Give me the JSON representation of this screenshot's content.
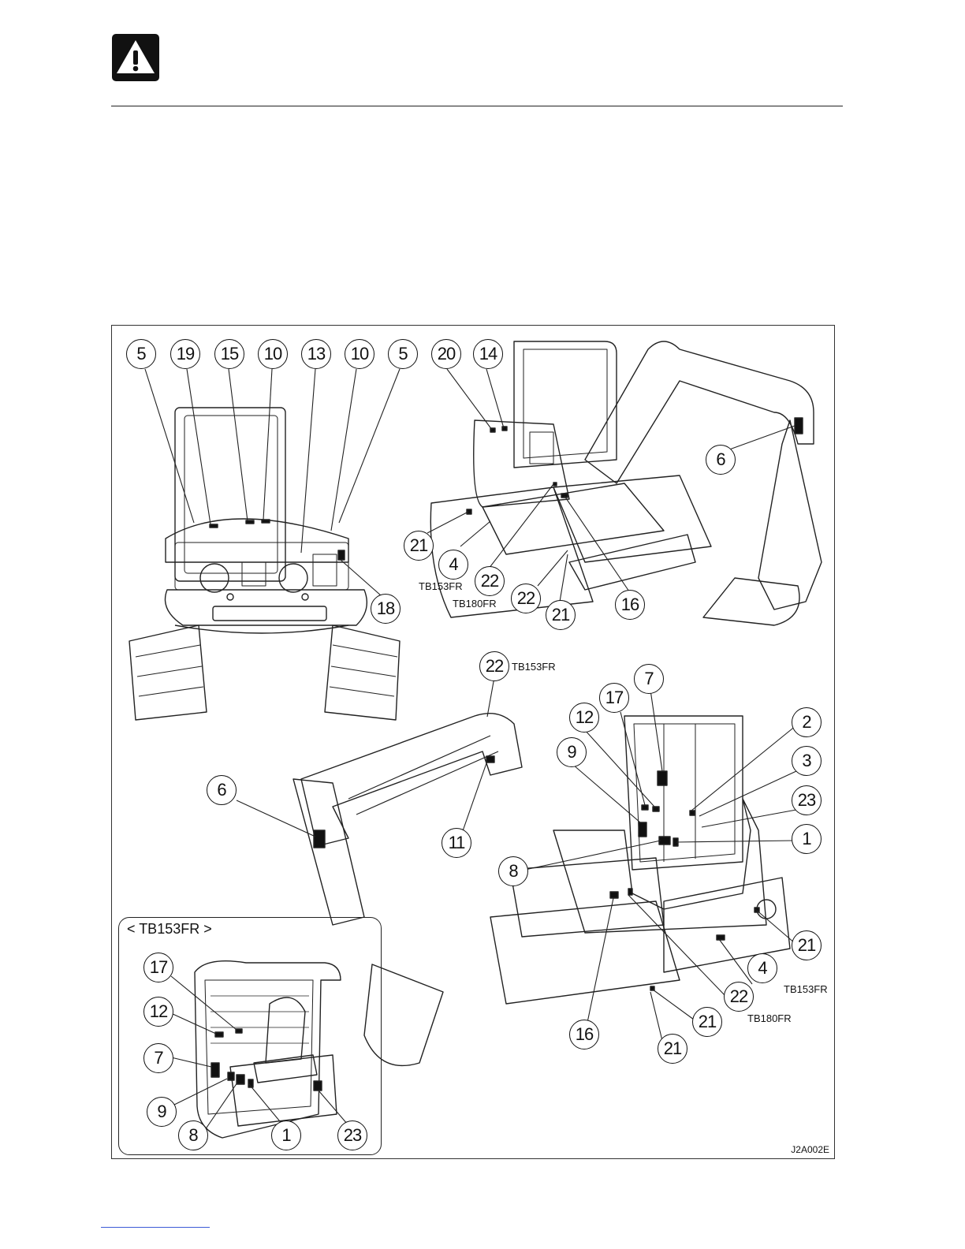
{
  "figure": {
    "inset_title": "< TB153FR >",
    "code": "J2A002E",
    "labels": {
      "a": "TB153FR",
      "b": "TB180FR",
      "c": "TB153FR",
      "d": "TB153FR",
      "e": "TB180FR"
    },
    "callouts": {
      "r1": [
        "5",
        "19",
        "15",
        "10",
        "13",
        "10",
        "5"
      ],
      "r2": [
        "20",
        "14",
        "6",
        "21",
        "4",
        "22",
        "22",
        "18",
        "21",
        "16"
      ],
      "front": [
        "22",
        "7",
        "17",
        "12",
        "2",
        "9",
        "3",
        "23",
        "6",
        "1",
        "11",
        "8",
        "21",
        "4",
        "22",
        "21",
        "16",
        "21"
      ],
      "inset": [
        "17",
        "12",
        "7",
        "9",
        "8",
        "1",
        "23"
      ]
    }
  }
}
